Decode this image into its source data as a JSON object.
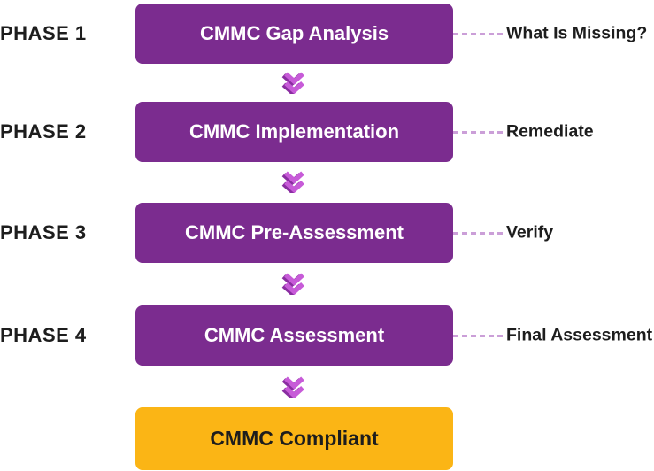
{
  "colors": {
    "box_purple": "#7b2c8f",
    "box_gold": "#fbb515",
    "chevron_light": "#c75bd8",
    "chevron_dark": "#8a2da1",
    "dash": "#cb9fd8",
    "text_dark": "#1d1d1d",
    "text_light": "#ffffff"
  },
  "phases": [
    {
      "phase_label": "PHASE 1",
      "box_label": "CMMC Gap Analysis",
      "note": "What Is Missing?"
    },
    {
      "phase_label": "PHASE 2",
      "box_label": "CMMC Implementation",
      "note": "Remediate"
    },
    {
      "phase_label": "PHASE 3",
      "box_label": "CMMC Pre-Assessment",
      "note": "Verify"
    },
    {
      "phase_label": "PHASE 4",
      "box_label": "CMMC Assessment",
      "note": "Final Assessment"
    }
  ],
  "final": {
    "box_label": "CMMC Compliant"
  }
}
